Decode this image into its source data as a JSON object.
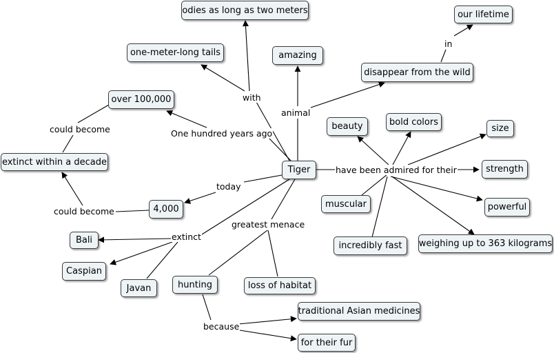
{
  "concept_map": {
    "nodes": {
      "tiger": "Tiger",
      "bodies": "odies as long as two meters",
      "tails": "one-meter-long tails",
      "amazing": "amazing",
      "lifetime": "our lifetime",
      "disappear": "disappear from the wild",
      "over100k": "over 100,000",
      "extinct_decade": "extinct within a decade",
      "four_thousand": "4,000",
      "beauty": "beauty",
      "bold_colors": "bold colors",
      "size": "size",
      "strength": "strength",
      "powerful": "powerful",
      "muscular": "muscular",
      "incredibly_fast": "incredibly fast",
      "weighing": "weighing up to 363 kilograms",
      "bali": "Bali",
      "caspian": "Caspian",
      "javan": "Javan",
      "hunting": "hunting",
      "loss_habitat": "loss of habitat",
      "trad_medicines": "traditional Asian medicines",
      "fur": "for their fur"
    },
    "links": {
      "with": "with",
      "animal": "animal",
      "in": "in",
      "could_become_1": "could become",
      "could_become_2": "could become",
      "hundred_years": "One hundred years ago",
      "admired": "have been admired for their",
      "today": "today",
      "extinct": "extinct",
      "greatest_menace": "greatest menace",
      "because": "because"
    }
  }
}
